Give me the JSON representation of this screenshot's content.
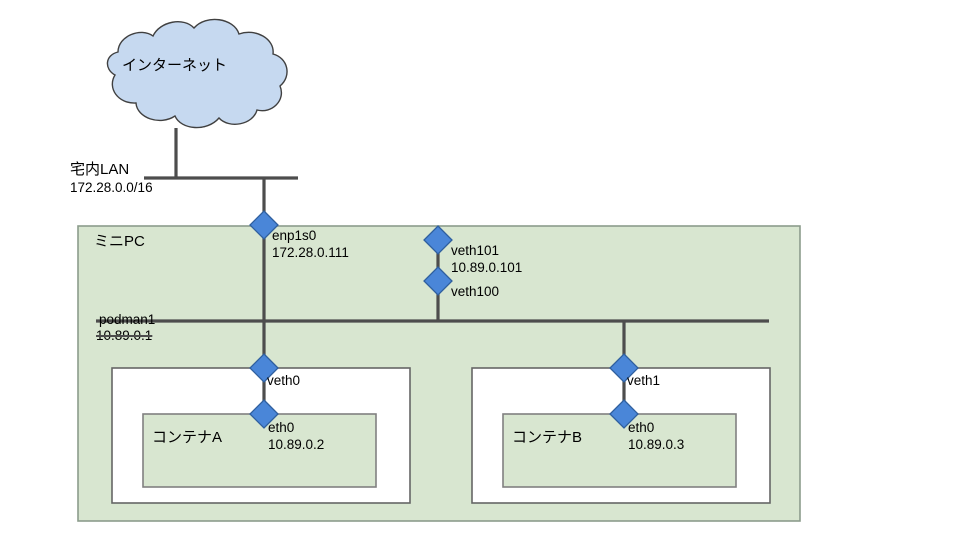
{
  "diagram": {
    "title": "podman container network diagram",
    "background_color": "#ffffff",
    "colors": {
      "cloud_fill": "#c6d9f0",
      "cloud_stroke": "#404040",
      "host_fill": "#d8e6d0",
      "host_stroke": "#808080",
      "container_outer_fill": "#ffffff",
      "container_outer_stroke": "#666666",
      "container_inner_fill": "#d8e6d0",
      "container_inner_stroke": "#808080",
      "link_line": "#4d4d4d",
      "node_fill": "#4a86d8",
      "node_stroke": "#2f5f9e",
      "text": "#000000"
    }
  },
  "cloud": {
    "label": "インターネット"
  },
  "lan": {
    "name": "宅内LAN",
    "cidr": "172.28.0.0/16"
  },
  "host": {
    "label": "ミニPC"
  },
  "bridge": {
    "name": "podman1",
    "address": "10.89.0.1",
    "address_struck": true
  },
  "interfaces": [
    {
      "id": "enp1s0",
      "name": "enp1s0",
      "address": "172.28.0.111",
      "icon": "diamond-node-icon"
    },
    {
      "id": "veth101",
      "name": "veth101",
      "address": "10.89.0.101",
      "icon": "diamond-node-icon"
    },
    {
      "id": "veth100",
      "name": "veth100",
      "address": "",
      "icon": "diamond-node-icon"
    }
  ],
  "containers": [
    {
      "id": "container-a",
      "host_interface": "veth0",
      "label": "コンテナA",
      "eth_name": "eth0",
      "eth_address": "10.89.0.2"
    },
    {
      "id": "container-b",
      "host_interface": "veth1",
      "label": "コンテナB",
      "eth_name": "eth0",
      "eth_address": "10.89.0.3"
    }
  ]
}
